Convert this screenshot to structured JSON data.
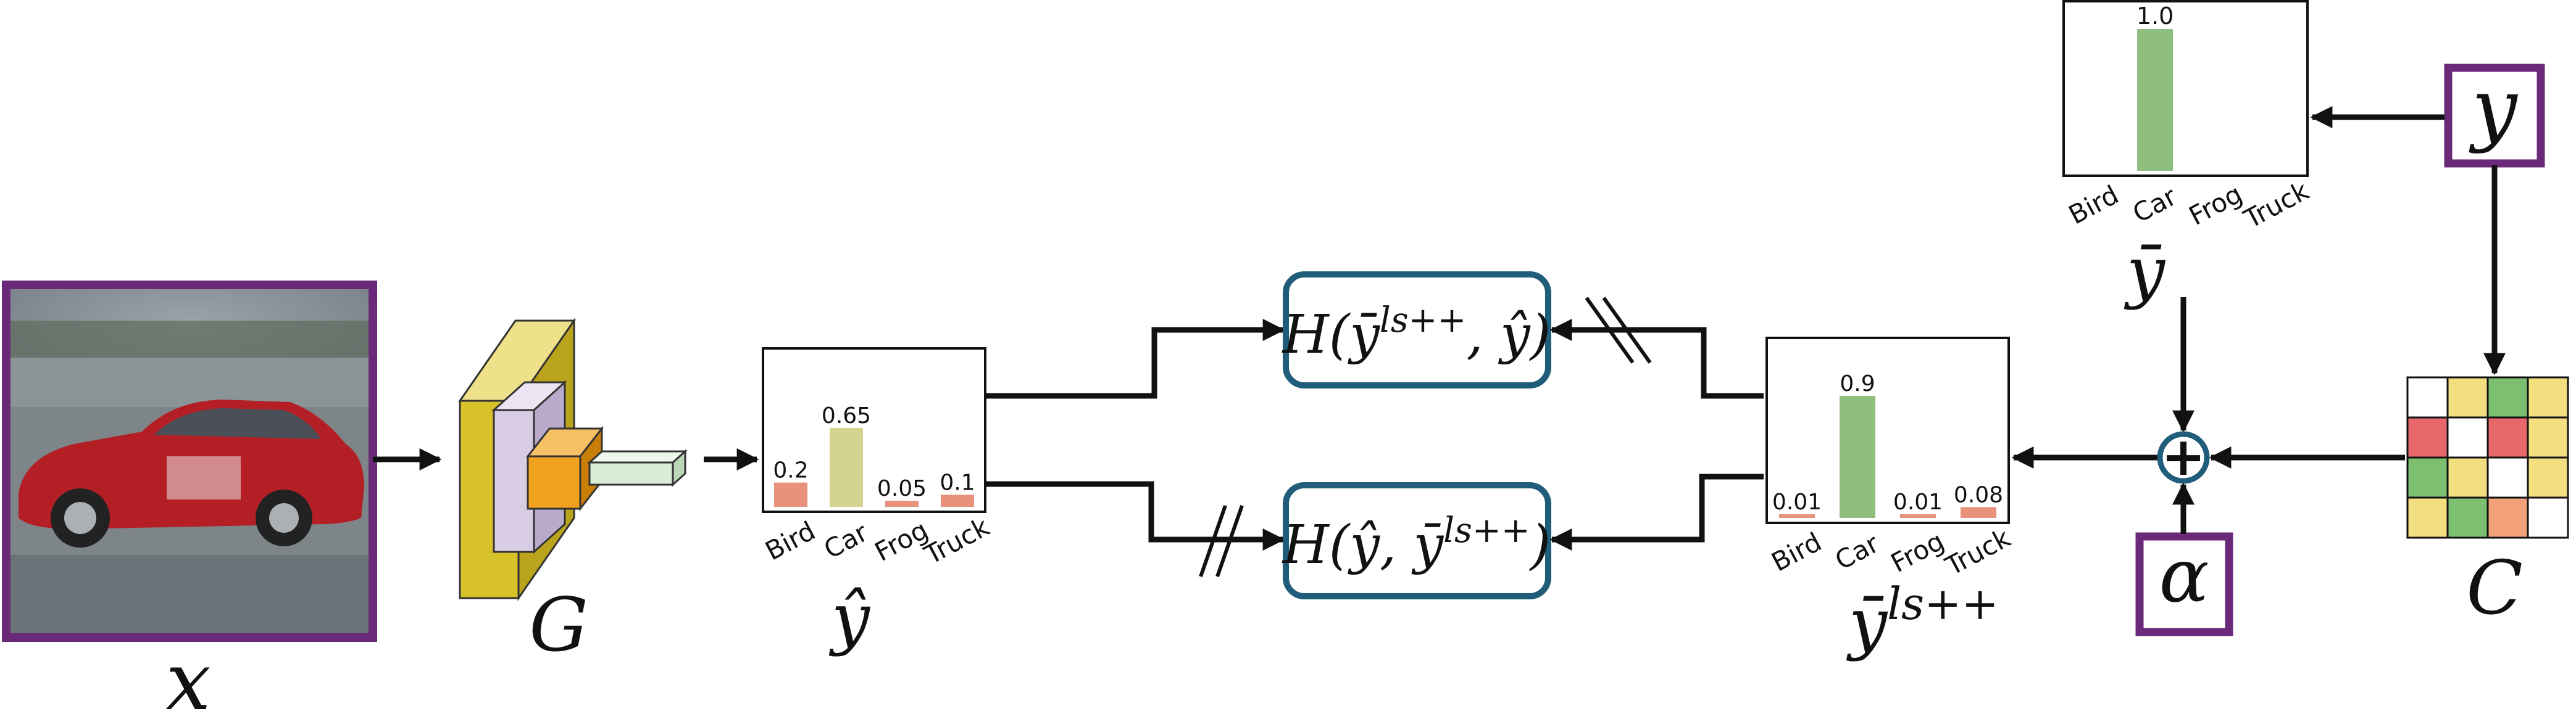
{
  "labels": {
    "x": "x",
    "G": "G",
    "y_hat": "ŷ",
    "y_bar": "ȳ",
    "y": "y",
    "alpha": "α",
    "C": "C",
    "y_ls_base": "ȳ",
    "y_ls_sup": "ls++",
    "plus": "+"
  },
  "loss_top": {
    "prefix": "H(ȳ",
    "sup": "ls++",
    "suffix": ", ŷ)"
  },
  "loss_bottom": {
    "prefix": "H(ŷ, ȳ",
    "sup": "ls++",
    "suffix": ")"
  },
  "colors": {
    "frame_purple": "#6b2a79",
    "loss_box": "#1f5d7a",
    "bar_green": "#8fbf7f",
    "bar_salmon": "#e8927c",
    "bar_olive": "#d4d38f",
    "cell_green": "#7cbf71",
    "cell_red": "#e8676b",
    "cell_yellow": "#f3df7f",
    "cell_orange": "#f2a07a",
    "generator_yellow": "#d8c22a",
    "generator_lilac": "#d9cde6",
    "generator_orange": "#f0a21f",
    "generator_mint": "#d8ecd6"
  },
  "chart_data": [
    {
      "id": "y_hat",
      "type": "bar",
      "categories": [
        "Bird",
        "Car",
        "Frog",
        "Truck"
      ],
      "values": [
        0.2,
        0.65,
        0.05,
        0.1
      ],
      "value_labels": [
        "0.2",
        "0.65",
        "0.05",
        "0.1"
      ],
      "ylim": [
        0,
        1.0
      ]
    },
    {
      "id": "y_bar",
      "type": "bar",
      "categories": [
        "Bird",
        "Car",
        "Frog",
        "Truck"
      ],
      "values": [
        0,
        1.0,
        0,
        0
      ],
      "value_labels": [
        "",
        "1.0",
        "",
        ""
      ],
      "ylim": [
        0,
        1.0
      ]
    },
    {
      "id": "y_ls",
      "type": "bar",
      "categories": [
        "Bird",
        "Car",
        "Frog",
        "Truck"
      ],
      "values": [
        0.01,
        0.9,
        0.01,
        0.08
      ],
      "value_labels": [
        "0.01",
        "0.9",
        "0.01",
        "0.08"
      ],
      "ylim": [
        0,
        1.0
      ]
    }
  ],
  "confusion_matrix": {
    "cells": [
      [
        "white",
        "yellow",
        "green",
        "yellow"
      ],
      [
        "red",
        "white",
        "red",
        "yellow"
      ],
      [
        "green",
        "yellow",
        "white",
        "yellow"
      ],
      [
        "yellow",
        "green",
        "orange",
        "white"
      ]
    ]
  }
}
